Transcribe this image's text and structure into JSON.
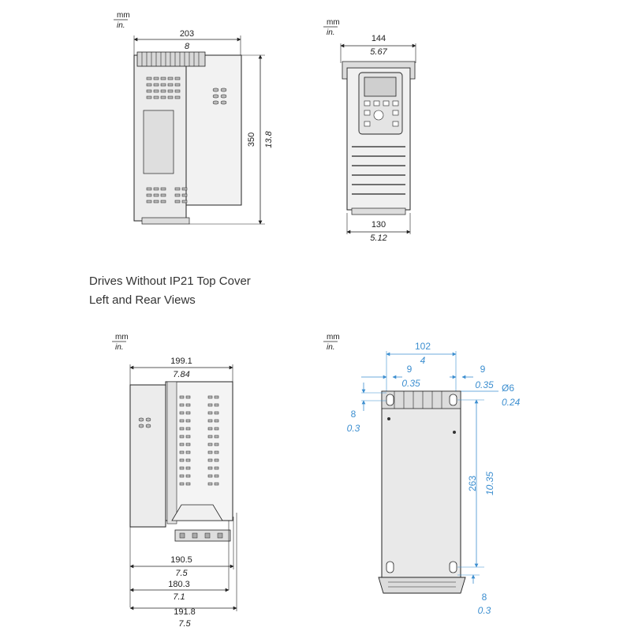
{
  "caption": {
    "line1": "Drives Without IP21 Top Cover",
    "line2": "Left and Rear Views"
  },
  "units": {
    "mm": "mm",
    "in": "in."
  },
  "view_side_top": {
    "width_mm": "203",
    "width_in": "8",
    "height_mm": "350",
    "height_in": "13.8"
  },
  "view_front_top": {
    "width_top_mm": "144",
    "width_top_in": "5.67",
    "width_bottom_mm": "130",
    "width_bottom_in": "5.12"
  },
  "view_side_bottom": {
    "top_mm": "199.1",
    "top_in": "7.84",
    "d1_mm": "190.5",
    "d1_in": "7.5",
    "d2_mm": "180.3",
    "d2_in": "7.1",
    "d3_mm": "191.8",
    "d3_in": "7.5"
  },
  "view_rear_bottom": {
    "width_mm": "102",
    "width_in": "4",
    "left_edge_mm": "9",
    "left_edge_in": "0.35",
    "right_edge_mm": "9",
    "right_edge_in": "0.35",
    "hole_dia_mm": "Ø6",
    "hole_dia_in": "0.24",
    "top_off_mm": "8",
    "top_off_in": "0.3",
    "height_mm": "263",
    "height_in": "10.35",
    "bottom_off_mm": "8",
    "bottom_off_in": "0.3"
  },
  "colors": {
    "line": "#222222",
    "accent": "#3d8fd0",
    "body_fill": "#e9e9e9"
  }
}
